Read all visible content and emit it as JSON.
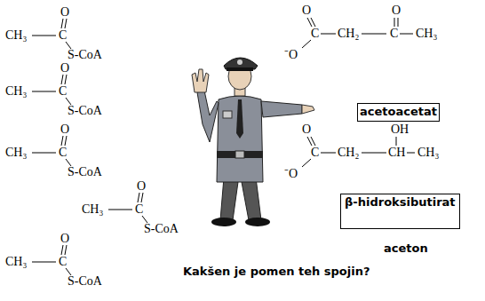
{
  "diagram": {
    "nodes": [
      {
        "text": [
          "acetoacetat"
        ]
      },
      {
        "text": [
          "β-hidroksibutirat"
        ]
      }
    ],
    "labels": [
      "CH₃",
      "C",
      "O",
      "S-CoA",
      "CH₃",
      "C",
      "O",
      "S-CoA",
      "CH₃",
      "C",
      "O",
      "S-CoA",
      "CH₃",
      "C",
      "O",
      "S-CoA",
      "CH₃",
      "C",
      "O",
      "S-CoA",
      "O",
      "⁻O",
      "C",
      "CH₂",
      "C",
      "O",
      "CH₃",
      "O",
      "⁻O",
      "C",
      "CH₂",
      "CH",
      "OH",
      "CH₃",
      "aceton",
      "Kakšen je pomen teh spojin?"
    ]
  }
}
